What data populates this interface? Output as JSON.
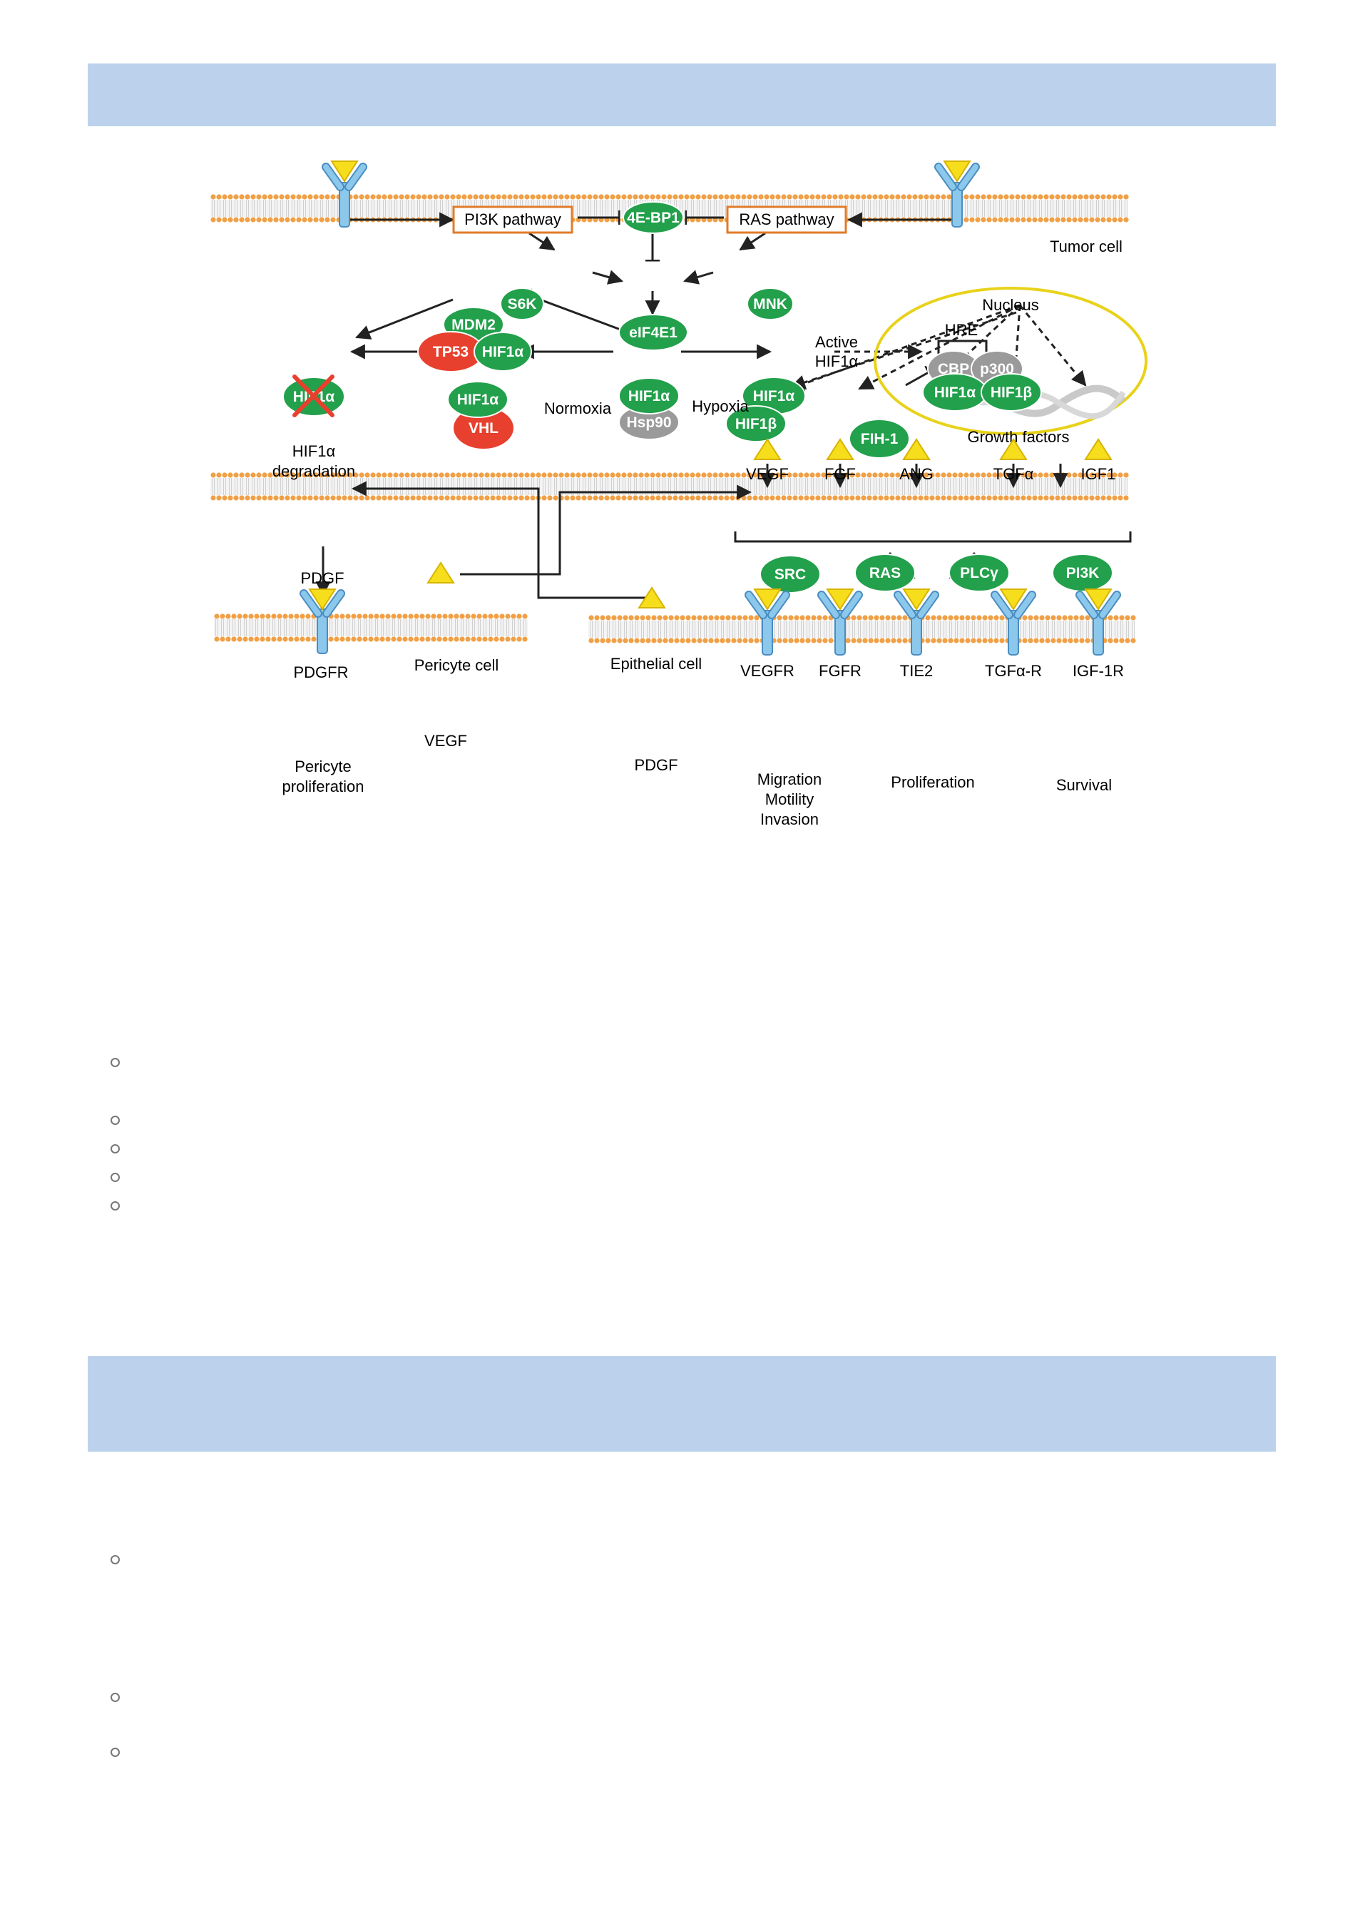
{
  "diagram": {
    "tumor_cell": "Tumor cell",
    "pi3k_pathway": "PI3K pathway",
    "ras_pathway": "RAS pathway",
    "ebp1": "4E-BP1",
    "s6k": "S6K",
    "mnk": "MNK",
    "eif4e1": "eIF4E1",
    "mdm2": "MDM2",
    "tp53": "TP53",
    "hif1a": "HIF1α",
    "hif1b": "HIF1β",
    "vhl": "VHL",
    "hsp90": "Hsp90",
    "degraded_label": "HIF1α",
    "degradation_line1": "HIF1α",
    "degradation_line2": "degradation",
    "normoxia": "Normoxia",
    "hypoxia": "Hypoxia",
    "active_line1": "Active",
    "active_line2": "HIF1α",
    "nucleus": "Nucleus",
    "hre": "HRE",
    "cbp": "CBP",
    "p300": "p300",
    "fih1": "FIH-1",
    "growth_factors": "Growth  factors",
    "ligands": [
      "VEGF",
      "FGF",
      "ANG",
      "TGFα",
      "IGF1"
    ],
    "receptors": [
      "VEGFR",
      "FGFR",
      "TIE2",
      "TGFα-R",
      "IGF-1R"
    ],
    "pdgf_top": "PDGF",
    "pdgfr": "PDGFR",
    "pericyte_cell": "Pericyte cell",
    "pericyte_outcome_line1": "Pericyte",
    "pericyte_outcome_line2": "proliferation",
    "vegf_free": "VEGF",
    "pdgf_free": "PDGF",
    "epithelial_cell": "Epithelial cell",
    "src": "SRC",
    "ras": "RAS",
    "plcg": "PLCγ",
    "pi3k": "PI3K",
    "migration_line1": "Migration",
    "migration_line2": "Motility",
    "migration_line3": "Invasion",
    "proliferation": "Proliferation",
    "survival": "Survival"
  },
  "colors": {
    "header_band": "#bcd1ec",
    "membrane": "#f0a046",
    "green_node": "#22a04b",
    "red_node": "#e8402e",
    "gray_node": "#9a9a9a",
    "receptor": "#8cc8ec",
    "ligand": "#f6de1c",
    "nucleus_border": "#e8d21a",
    "pathway_box": "#e07b2a"
  }
}
